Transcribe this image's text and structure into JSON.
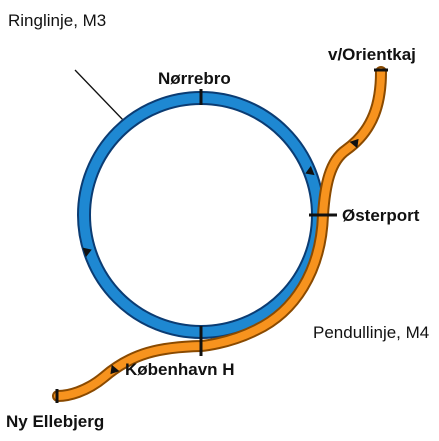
{
  "colors": {
    "ring_line": "#1e88d2",
    "ring_outline": "#0b3c73",
    "m4_line": "#f7931e",
    "m4_outline": "#8a4a00",
    "stop_mark": "#111111",
    "text": "#111111"
  },
  "lines": {
    "ring": {
      "label": "Ringlinje, M3"
    },
    "pendul": {
      "label": "Pendullinje, M4"
    }
  },
  "stations": {
    "norrebro": {
      "name": "Nørrebro"
    },
    "osterport": {
      "name": "Østerport"
    },
    "kobenhavn_h": {
      "name": "København H"
    },
    "orientkaj": {
      "name": "v/Orientkaj"
    },
    "ny_ellebjerg": {
      "name": "Ny Ellebjerg"
    }
  }
}
